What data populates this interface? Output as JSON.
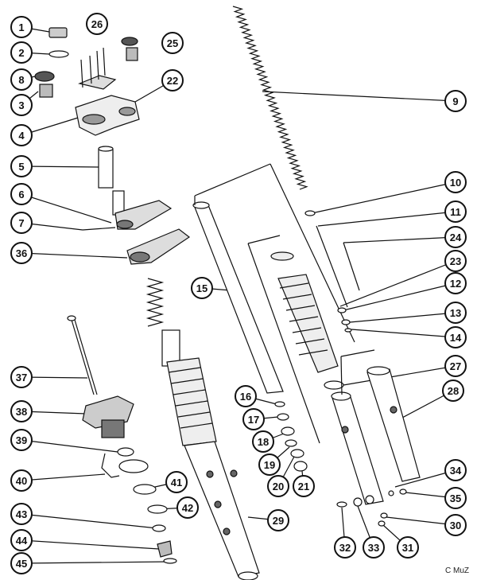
{
  "diagram": {
    "parts": [
      {
        "num": "1"
      },
      {
        "num": "2"
      },
      {
        "num": "3"
      },
      {
        "num": "4"
      },
      {
        "num": "5"
      },
      {
        "num": "6"
      },
      {
        "num": "7"
      },
      {
        "num": "8"
      },
      {
        "num": "9"
      },
      {
        "num": "10"
      },
      {
        "num": "11"
      },
      {
        "num": "12"
      },
      {
        "num": "13"
      },
      {
        "num": "14"
      },
      {
        "num": "15"
      },
      {
        "num": "16"
      },
      {
        "num": "17"
      },
      {
        "num": "18"
      },
      {
        "num": "19"
      },
      {
        "num": "20"
      },
      {
        "num": "21"
      },
      {
        "num": "22"
      },
      {
        "num": "23"
      },
      {
        "num": "24"
      },
      {
        "num": "25"
      },
      {
        "num": "26"
      },
      {
        "num": "27"
      },
      {
        "num": "28"
      },
      {
        "num": "29"
      },
      {
        "num": "30"
      },
      {
        "num": "31"
      },
      {
        "num": "32"
      },
      {
        "num": "33"
      },
      {
        "num": "34"
      },
      {
        "num": "35"
      },
      {
        "num": "36"
      },
      {
        "num": "37"
      },
      {
        "num": "38"
      },
      {
        "num": "39"
      },
      {
        "num": "40"
      },
      {
        "num": "41"
      },
      {
        "num": "42"
      },
      {
        "num": "43"
      },
      {
        "num": "44"
      },
      {
        "num": "45"
      }
    ],
    "credit": "C MuZ"
  }
}
